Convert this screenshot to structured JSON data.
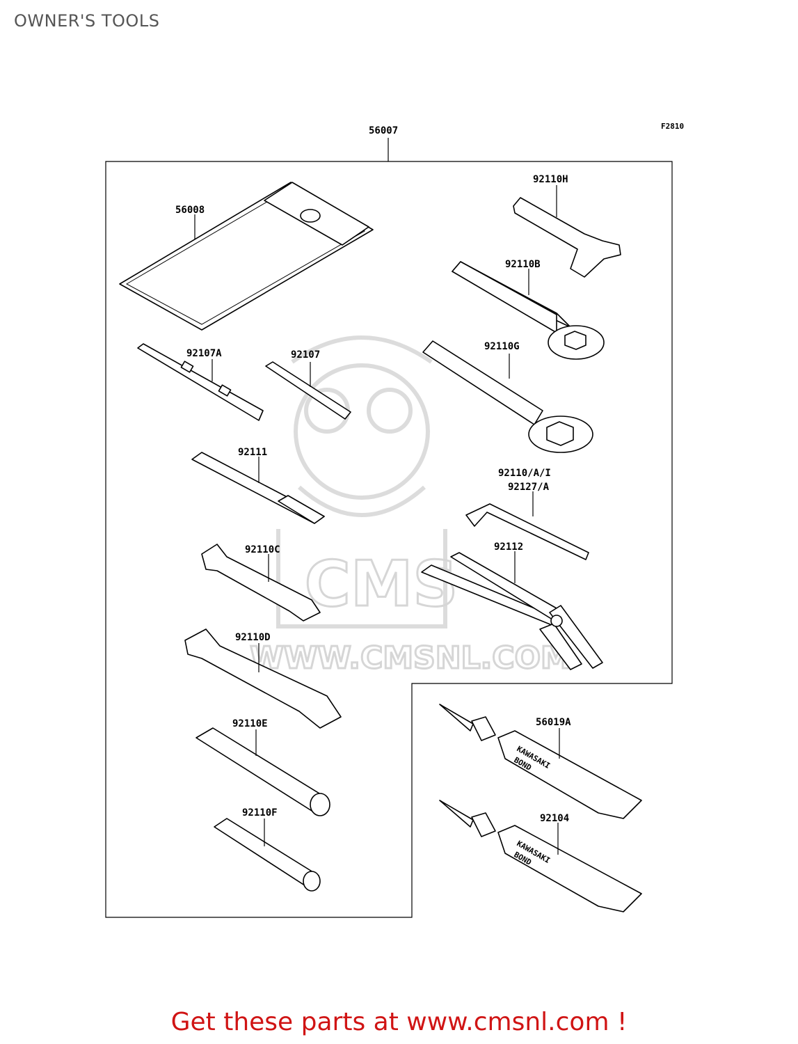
{
  "page": {
    "title": "OWNER'S TOOLS",
    "footer": "Get these parts at www.cmsnl.com !"
  },
  "diagram": {
    "figure_code": "F2810",
    "assembly_number": "56007",
    "watermark": "WWW.CMSNL.COM",
    "parts": [
      {
        "number": "56008"
      },
      {
        "number": "92107A"
      },
      {
        "number": "92107"
      },
      {
        "number": "92111"
      },
      {
        "number": "92110C"
      },
      {
        "number": "92110D"
      },
      {
        "number": "92110E"
      },
      {
        "number": "92110F"
      },
      {
        "number": "92110H"
      },
      {
        "number": "92110B"
      },
      {
        "number": "92110G"
      },
      {
        "number": "92110/A/I"
      },
      {
        "number": "92127/A"
      },
      {
        "number": "92112"
      },
      {
        "number": "56019A"
      },
      {
        "number": "92104"
      }
    ],
    "tube_text": [
      "KAWASAKI",
      "BOND"
    ]
  }
}
